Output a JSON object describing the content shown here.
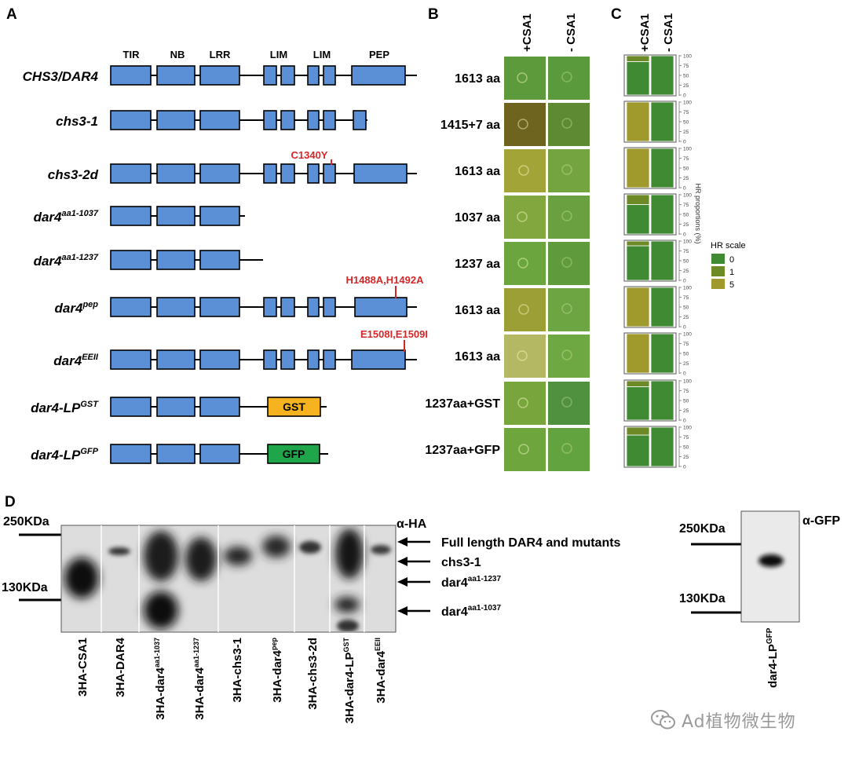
{
  "panels": {
    "A": {
      "letter": "A",
      "domain_labels": [
        "TIR",
        "NB",
        "LRR",
        "LIM",
        "LIM",
        "PEP"
      ],
      "rows": [
        {
          "base": "CHS3/DAR4",
          "sup": ""
        },
        {
          "base": "chs3-1",
          "sup": ""
        },
        {
          "base": "chs3-2d",
          "sup": ""
        },
        {
          "base": "dar4",
          "sup": "aa1-1037"
        },
        {
          "base": "dar4",
          "sup": "aa1-1237"
        },
        {
          "base": "dar4",
          "sup": "pep"
        },
        {
          "base": "dar4",
          "sup": "EEII"
        },
        {
          "base": "dar4-LP",
          "sup": "GST"
        },
        {
          "base": "dar4-LP",
          "sup": "GFP"
        }
      ],
      "mutations": [
        "C1340Y",
        "H1488A,H1492A",
        "E1508I,E1509I"
      ],
      "tags": [
        "GST",
        "GFP"
      ]
    },
    "B": {
      "letter": "B",
      "columns": [
        "+CSA1",
        "- CSA1"
      ],
      "lengths": [
        "1613 aa",
        "1415+7 aa",
        "1613 aa",
        "1037 aa",
        "1237 aa",
        "1613 aa",
        "1613 aa",
        "1237aa+GST",
        "1237aa+GFP"
      ]
    },
    "C": {
      "letter": "C",
      "columns": [
        "+CSA1",
        "- CSA1"
      ],
      "ytick_labels": [
        "0",
        "25",
        "50",
        "75",
        "100"
      ],
      "ylabel": "HR proportions (%)",
      "legend_title": "HR scale",
      "legend": [
        {
          "label": "0",
          "color": "#3f8a33"
        },
        {
          "label": "1",
          "color": "#6e8a27"
        },
        {
          "label": "5",
          "color": "#a09a2d"
        }
      ]
    },
    "D": {
      "letter": "D",
      "markers": [
        "250KDa",
        "130KDa"
      ],
      "antibody": "α-HA",
      "band_labels": [
        {
          "base": "Full length DAR4 and mutants",
          "sup": ""
        },
        {
          "base": "chs3-1",
          "sup": ""
        },
        {
          "base": "dar4",
          "sup": "aa1-1237"
        },
        {
          "base": "dar4",
          "sup": "aa1-1037"
        }
      ],
      "lanes": [
        {
          "base": "3HA-CSA1",
          "sup": ""
        },
        {
          "base": "3HA-DAR4",
          "sup": ""
        },
        {
          "base": "3HA-dar4",
          "sup": "aa1-1037"
        },
        {
          "base": "3HA-dar4",
          "sup": "aa1-1237"
        },
        {
          "base": "3HA-chs3-1",
          "sup": ""
        },
        {
          "base": "3HA-dar4",
          "sup": "pep"
        },
        {
          "base": "3HA-chs3-2d",
          "sup": ""
        },
        {
          "base": "3HA-dar4-LP",
          "sup": "GST"
        },
        {
          "base": "3HA-dar4",
          "sup": "EEII"
        }
      ],
      "gfp": {
        "antibody": "α-GFP",
        "markers": [
          "250KDa",
          "130KDa"
        ],
        "lane": {
          "base": "dar4-LP",
          "sup": "GFP"
        }
      }
    }
  },
  "chart_data": {
    "type": "bar",
    "stacked": true,
    "title": "",
    "ylabel": "HR proportions (%)",
    "ylim": [
      0,
      100
    ],
    "legend_title": "HR scale",
    "legend_position": "right",
    "categories": [
      "1613 aa",
      "1415+7 aa",
      "1613 aa",
      "1037 aa",
      "1237 aa",
      "1613 aa",
      "1613 aa",
      "1237aa+GST",
      "1237aa+GFP"
    ],
    "groups": [
      "+CSA1",
      "- CSA1"
    ],
    "series": [
      {
        "name": "0",
        "color": "#3f8a33",
        "plus_csa1": [
          85,
          0,
          0,
          75,
          88,
          0,
          0,
          85,
          80
        ],
        "minus_csa1": [
          100,
          100,
          100,
          100,
          100,
          100,
          100,
          100,
          100
        ]
      },
      {
        "name": "1",
        "color": "#6e8a27",
        "plus_csa1": [
          15,
          0,
          0,
          25,
          12,
          0,
          0,
          15,
          20
        ],
        "minus_csa1": [
          0,
          0,
          0,
          0,
          0,
          0,
          0,
          0,
          0
        ]
      },
      {
        "name": "5",
        "color": "#a09a2d",
        "plus_csa1": [
          0,
          100,
          100,
          0,
          0,
          100,
          100,
          0,
          0
        ],
        "minus_csa1": [
          0,
          0,
          0,
          0,
          0,
          0,
          0,
          0,
          0
        ]
      }
    ]
  },
  "watermark": {
    "text": "Ad植物微生物"
  }
}
